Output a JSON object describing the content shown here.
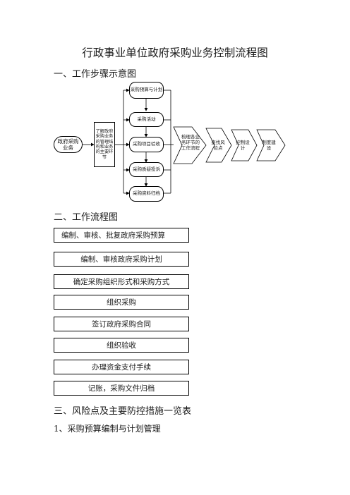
{
  "title": "行政事业单位政府采购业务控制流程图",
  "section1": {
    "heading": "一、工作步骤示意图"
  },
  "diagram": {
    "start": "政府采购业务",
    "understand": "了解政府采购业务的管理结构和业务的主要环节",
    "steps": [
      "采购预算与计划",
      "采购活动",
      "采购项目验收",
      "采购质疑投诉",
      "采购资料归档"
    ],
    "pentagons": [
      "梳理各业务环节的工作流程",
      "查找风险点",
      "控制设计",
      "制度建设"
    ]
  },
  "section2": {
    "heading": "二、工作流程图"
  },
  "flow": [
    "编制、审核、批复政府采购预算",
    "编制、审核政府采购计划",
    "确定采购组织形式和采购方式",
    "组织采购",
    "签订政府采购合同",
    "组织验收",
    "办理资金支付手续",
    "记账，采购文件归档"
  ],
  "section3": {
    "heading": "三、风险点及主要防控措施一览表"
  },
  "subsection1": {
    "heading": "1、采购预算编制与计划管理"
  }
}
